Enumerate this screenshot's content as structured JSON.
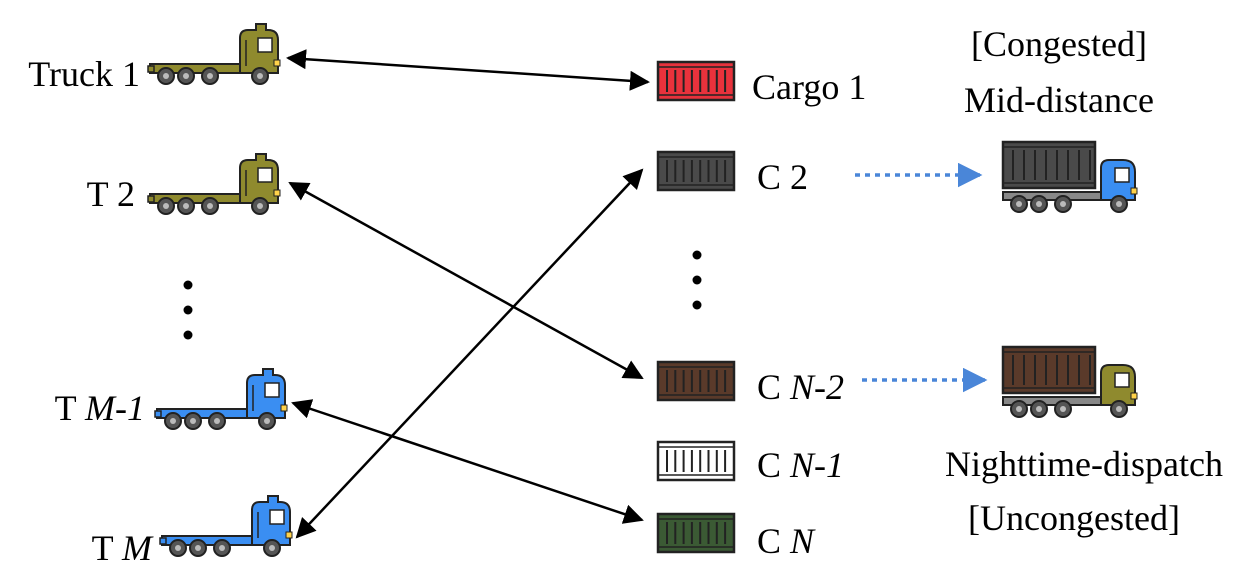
{
  "trucks": [
    {
      "label": "Truck 1",
      "label_italic": "",
      "color": "#8f8a2e"
    },
    {
      "label": "T 2",
      "label_italic": "",
      "color": "#8f8a2e"
    },
    {
      "label": "T ",
      "label_italic": "M-1",
      "color": "#3a8ef2"
    },
    {
      "label": "T ",
      "label_italic": "M",
      "color": "#3a8ef2"
    }
  ],
  "cargos": [
    {
      "label": "Cargo 1",
      "label_italic": "",
      "color": "#e8323c"
    },
    {
      "label": "C 2",
      "label_italic": "",
      "color": "#4a4a4a"
    },
    {
      "label": "C ",
      "label_italic": "N-2",
      "color": "#5a3a2a"
    },
    {
      "label": "C ",
      "label_italic": "N-1",
      "color": "#ffffff"
    },
    {
      "label": "C ",
      "label_italic": "N",
      "color": "#3b5a34"
    }
  ],
  "matches": [
    {
      "truck": 0,
      "cargo": 0
    },
    {
      "truck": 1,
      "cargo": 2
    },
    {
      "truck": 2,
      "cargo": 4
    },
    {
      "truck": 3,
      "cargo": 1
    }
  ],
  "annotations": {
    "congested": "[Congested]",
    "mid_distance": "Mid-distance",
    "nighttime": "Nighttime-dispatch",
    "uncongested": "[Uncongested]"
  },
  "loaded_trucks": [
    {
      "cargo_color": "#4a4a4a",
      "cab_color": "#3a8ef2"
    },
    {
      "cargo_color": "#5a3a2a",
      "cab_color": "#8f8a2e"
    }
  ],
  "colors": {
    "arrow": "#000000",
    "dispatch_arrow": "#4a86d8"
  }
}
